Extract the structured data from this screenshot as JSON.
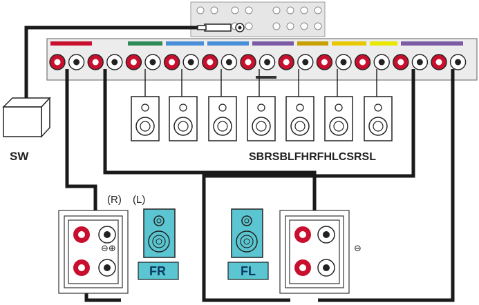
{
  "labels": {
    "subwoofer": "SW",
    "surround_row": "SBRSBLFHRFHLCSRSL",
    "right": "(R)",
    "left": "(L)",
    "polarity_right_speaker": "⊖⊕",
    "polarity_left_speaker": "⊖",
    "front_right": "FR",
    "front_left": "FL"
  },
  "colors": {
    "cable": "#1a1a1a",
    "terminal_red": "#c8102e",
    "terminal_white": "#ffffff",
    "front_speaker_fill": "#5bc6d1",
    "front_label_fill": "#5bc6d1",
    "speaker_body": "#ffffff",
    "receiver_panel": "#dddddd",
    "strip_colors": [
      "#c8102e",
      "#2e8b57",
      "#4a90d9",
      "#4a90d9",
      "#7b5aa6",
      "#c8a000",
      "#e8c800",
      "#e8e800",
      "#7b5aa6"
    ]
  },
  "icons": {
    "subwoofer": "subwoofer-icon",
    "speaker": "speaker-icon",
    "rca_plug": "rca-plug-icon",
    "terminal": "speaker-terminal-icon"
  }
}
